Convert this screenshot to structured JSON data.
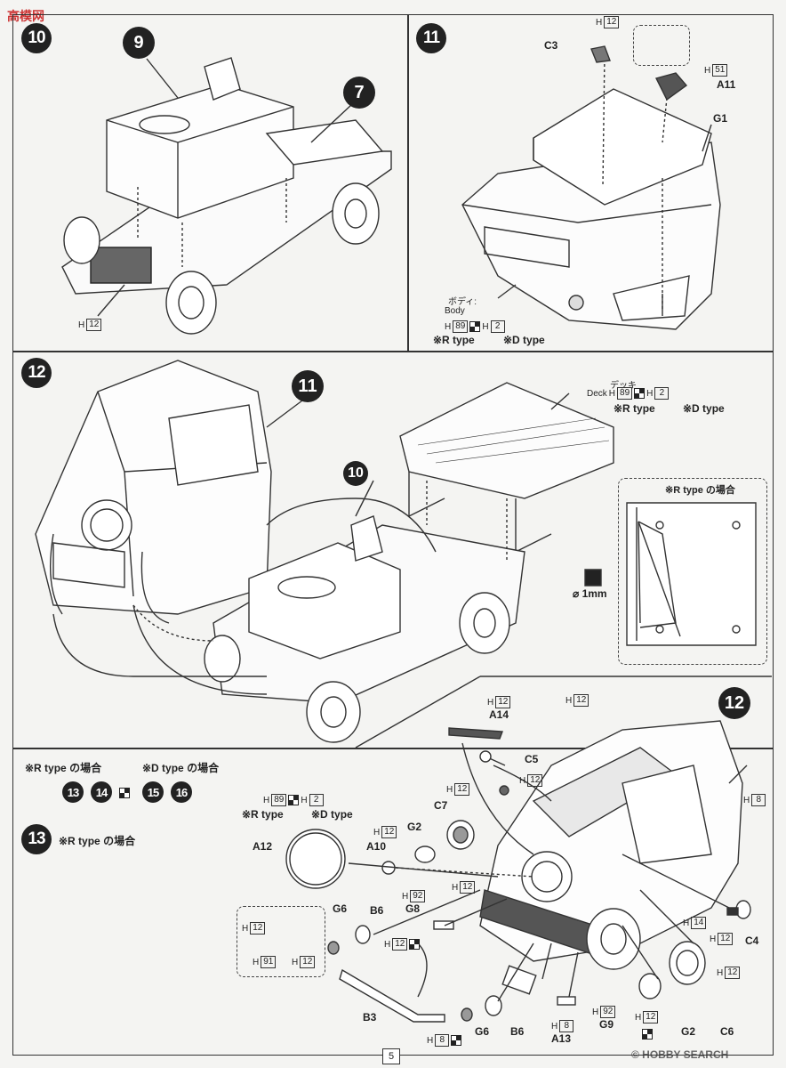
{
  "watermark_top": "高模网",
  "watermark_bottom": "© HOBBY SEARCH",
  "page_number": "5",
  "steps": {
    "s10": {
      "num": "10",
      "ref_a": "9",
      "ref_b": "7",
      "hcode": "12"
    },
    "s11": {
      "num": "11",
      "c3": "C3",
      "c3_h": "12",
      "a11": "A11",
      "a11_h": "51",
      "g1": "G1",
      "body_jp": "ボディ:",
      "body_en": "Body",
      "body_h1": "89",
      "body_h2": "2",
      "rtype": "※R type",
      "dtype": "※D type"
    },
    "s12": {
      "num": "12",
      "ref_a": "11",
      "ref_b": "10",
      "deck_jp": "デッキ",
      "deck_en": "Deck",
      "deck_h1": "89",
      "deck_h2": "2",
      "rtype": "※R type",
      "dtype": "※D type",
      "inset_title": "※R type の場合",
      "drill": "1mm"
    },
    "s13": {
      "num": "13",
      "ref": "12",
      "rtype_case": "※R type の場合",
      "dtype_case": "※D type の場合",
      "seq": [
        "13",
        "14",
        "15",
        "16"
      ],
      "top_h1": "89",
      "top_h2": "2",
      "rtype": "※R type",
      "dtype": "※D type",
      "title_case": "※R type の場合"
    }
  },
  "parts": [
    {
      "id": "A12",
      "h": ""
    },
    {
      "id": "A10",
      "h": "12"
    },
    {
      "id": "G2",
      "h": ""
    },
    {
      "id": "C7",
      "h": "12"
    },
    {
      "id": "A14",
      "h": "12"
    },
    {
      "id": "C5",
      "h": "12"
    },
    {
      "id": "G6",
      "h": ""
    },
    {
      "id": "B6",
      "h": ""
    },
    {
      "id": "G8",
      "h": "92"
    },
    {
      "id": "B3",
      "h": ""
    },
    {
      "id": "A13",
      "h": "8"
    },
    {
      "id": "G9",
      "h": "92"
    },
    {
      "id": "C4",
      "h": "12"
    },
    {
      "id": "C6",
      "h": "12"
    }
  ],
  "hcodes_misc": [
    "12",
    "12",
    "8",
    "14",
    "12",
    "91",
    "12",
    "12",
    "8",
    "12",
    "12"
  ],
  "labels": {
    "A12": "A12",
    "A10": "A10",
    "G2a": "G2",
    "C7": "C7",
    "A14": "A14",
    "C5": "C5",
    "G6a": "G6",
    "B6a": "B6",
    "G8": "G8",
    "B3": "B3",
    "G6b": "G6",
    "B6b": "B6",
    "A13": "A13",
    "G9": "G9",
    "G2b": "G2",
    "C6": "C6",
    "C4": "C4"
  }
}
